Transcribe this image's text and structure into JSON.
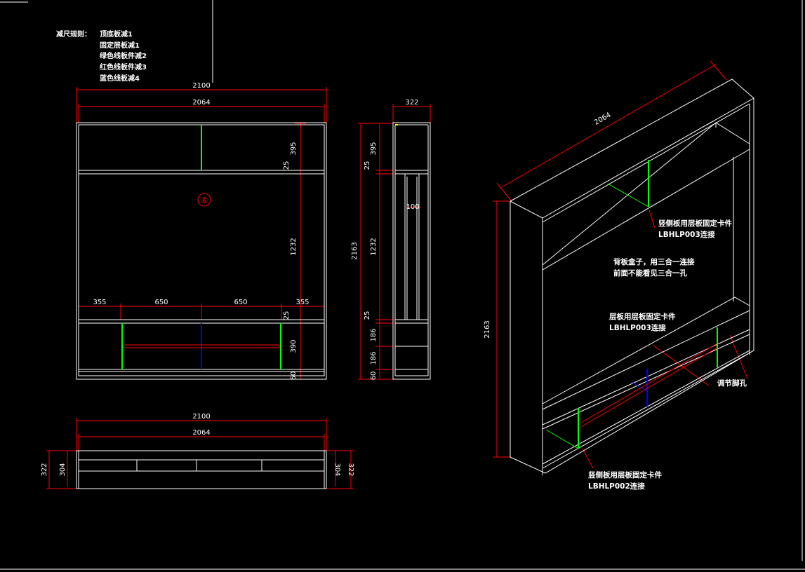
{
  "notes": {
    "rule_label": "减尺规则：",
    "rule_items": [
      "顶底板减1",
      "固定层板减1",
      "绿色线板件减2",
      "红色线板件减3",
      "蓝色线板减4"
    ]
  },
  "front_view": {
    "dim_total_width": "2100",
    "dim_inner_width": "2064",
    "dim_top_height": "395",
    "dim_top_shelf": "25",
    "dim_middle_height": "1232",
    "dim_lower_shelf": "25",
    "dim_lower_height": "390",
    "dim_base": "60",
    "dim_bottom_segments": [
      "355",
      "650",
      "650",
      "355"
    ],
    "panel_marker": "⑥"
  },
  "side_view": {
    "dim_depth": "322",
    "dim_total_height": "2163",
    "dims_vertical": [
      "395",
      "25",
      "1232",
      "25",
      "186",
      "186",
      "60"
    ],
    "dim_back_box": "100"
  },
  "top_view": {
    "dim_total_width": "2100",
    "dim_inner_width": "2064",
    "dim_depth_outer": "322",
    "dim_depth_inner": "304"
  },
  "iso_view": {
    "dim_width": "2064",
    "dim_height": "2163",
    "callout_upper": [
      "竖侧板用层板固定卡件",
      "LBHLP003连接"
    ],
    "callout_back": [
      "背板盒子，用三合一连接",
      "前面不能看见三合一孔"
    ],
    "callout_shelf": [
      "层板用层板固定卡件",
      "LBHLP003连接"
    ],
    "callout_foot": "调节脚孔",
    "callout_lower": [
      "竖侧板用层板固定卡件",
      "LBHLP002连接"
    ]
  },
  "colors": {
    "background": "#000000",
    "outline": "#ffffff",
    "dimension": "#ff0000",
    "green_part": "#00ff00",
    "red_part": "#ff0000",
    "blue_part": "#0000ff"
  }
}
